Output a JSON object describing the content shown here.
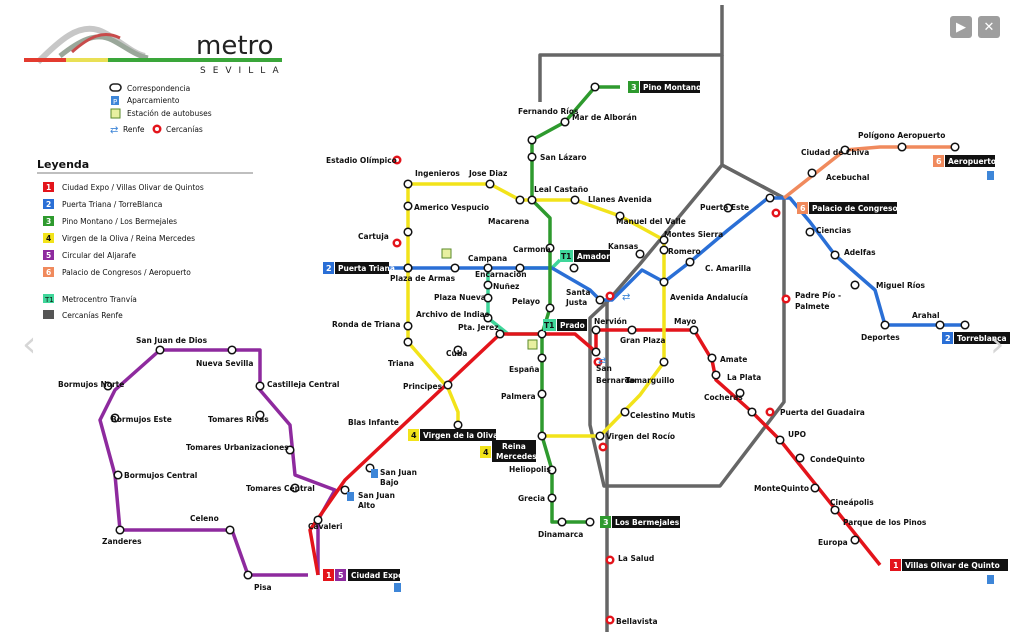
{
  "logo": {
    "brand": "metro",
    "city": "SEVILLA"
  },
  "controls": {
    "play_icon": "play-icon",
    "close_icon": "close-icon",
    "prev_icon": "chevron-left-icon",
    "next_icon": "chevron-right-icon"
  },
  "key": {
    "correspondencia": "Correspondencia",
    "aparcamiento": "Aparcamiento",
    "autobuses": "Estación de autobuses",
    "renfe": "Renfe",
    "cercanias": "Cercanías"
  },
  "legend": {
    "title": "Leyenda",
    "lines": [
      {
        "num": "1",
        "color": "#e3141b",
        "text": "Ciudad Expo  /  Villas Olivar de Quintos"
      },
      {
        "num": "2",
        "color": "#2a6fd6",
        "text": "Puerta Triana  /  TorreBlanca"
      },
      {
        "num": "3",
        "color": "#2e9a2e",
        "text": "Pino Montano  /  Los Bermejales"
      },
      {
        "num": "4",
        "color": "#f2e31a",
        "text": "Virgen de la Oliva  /  Reina Mercedes"
      },
      {
        "num": "5",
        "color": "#8e2a9e",
        "text": "Circular del Aljarafe"
      },
      {
        "num": "6",
        "color": "#f08a5d",
        "text": "Palacio de Congresos  /  Aeropuerto"
      }
    ],
    "tram": {
      "num": "T1",
      "color": "#3fd69a",
      "text": "Metrocentro Tranvía"
    },
    "renfe": {
      "color": "#555555",
      "text": "Cercanías Renfe"
    }
  },
  "terminals": {
    "puerta_triana": {
      "num": "2",
      "name": "Puerta Triana"
    },
    "torreblanca": {
      "num": "2",
      "name": "Torreblanca"
    },
    "pino_montano": {
      "num": "3",
      "name": "Pino Montano"
    },
    "bermejales": {
      "num": "3",
      "name": "Los Bermejales"
    },
    "oliva": {
      "num": "4",
      "name": "Virgen de la Oliva"
    },
    "reina": {
      "num": "4",
      "name1": "Reina",
      "name2": "Mercedes"
    },
    "ciudad_expo": {
      "num1": "1",
      "num2": "5",
      "name": "Ciudad Expo"
    },
    "villas": {
      "num": "1",
      "name": "Villas Olivar de Quinto"
    },
    "aeropuerto": {
      "num": "6",
      "name": "Aeropuerto"
    },
    "congresos": {
      "num": "6",
      "name": "Palacio de Congresos"
    },
    "amador": {
      "num": "T1",
      "name": "Amador"
    },
    "prado": {
      "num": "T1",
      "name": "Prado"
    }
  },
  "stations": {
    "estadio": "Estadio Olímpico",
    "cartuja": "Cartuja",
    "ingenieros": "Ingenieros",
    "jose_diaz": "Jose Diaz",
    "americo": "Americo Vespucio",
    "leal": "Leal Castaño",
    "llanes": "Llanes Avenida",
    "macarena": "Macarena",
    "manuel": "Manuel del Valle",
    "fernando": "Fernando Ríos",
    "mar": "Mar de Alborán",
    "lazaro": "San Lázaro",
    "carmona": "Carmona",
    "kansas": "Kansas",
    "montes": "Montes Sierra",
    "romero": "Romero",
    "c_amarilla": "C. Amarilla",
    "puerta_este": "Puerta Este",
    "acebuchal": "Acebuchal",
    "ciudad_chiva": "Ciudad de Chiva",
    "poligono": "Polígono Aeropuerto",
    "ciencias": "Ciencias",
    "adelfas": "Adelfas",
    "miguel": "Miguel Ríos",
    "arahal": "Arahal",
    "deportes": "Deportes",
    "padre1": "Padre Pío -",
    "padre2": "Palmete",
    "campana": "Campana",
    "encarnacion": "Encarnación",
    "plaza_armas": "Plaza de Armas",
    "nunez": "Nuñez",
    "plaza_nueva": "Plaza Nueva",
    "archivo": "Archivo de Indias",
    "pta_jerez": "Pta. Jerez",
    "pelayo": "Pelayo",
    "santa1": "Santa",
    "santa2": "Justa",
    "avenida_andalucia": "Avenida Andalucía",
    "ronda": "Ronda de Triana",
    "triana": "Triana",
    "cuba": "Cuba",
    "principes": "Principes",
    "nervion": "Nervión",
    "gran_plaza": "Gran Plaza",
    "mayo": "Mayo",
    "amate": "Amate",
    "la_plata": "La Plata",
    "tamarguillo": "Tamarguillo",
    "cocheras": "Cocheras",
    "san_bernardo1": "San",
    "san_bernardo2": "Bernardo",
    "espana": "España",
    "palmera": "Palmera",
    "heliopolis": "Heliopolis",
    "grecia": "Grecia",
    "dinamarca": "Dinamarca",
    "celestino": "Celestino Mutis",
    "virgen_rocio": "Virgen del Rocío",
    "guadaira": "Puerta del Guadaira",
    "upo": "UPO",
    "condequinto": "CondeQuinto",
    "montequinto": "MonteQuinto",
    "cineapolis": "Cineápolis",
    "parque": "Parque de los Pinos",
    "europa": "Europa",
    "la_salud": "La Salud",
    "bellavista": "Bellavista",
    "blas": "Blas Infante",
    "juan_bajo1": "San Juan",
    "juan_bajo2": "Bajo",
    "juan_alto1": "San Juan",
    "juan_alto2": "Alto",
    "cavaleri": "Cavaleri",
    "pisa": "Pisa",
    "san_juan_dios": "San Juan de Dios",
    "nueva_sevilla": "Nueva Sevilla",
    "castilleja": "Castilleja Central",
    "tomares_rivas": "Tomares Rivas",
    "tomares_urb": "Tomares Urbanizaciones",
    "tomares_central": "Tomares Central",
    "bormujos_norte": "Bormujos Norte",
    "bormujos_este": "Bormujos Este",
    "bormujos_central": "Bormujos Central",
    "celeno": "Celeno",
    "zanderes": "Zanderes"
  }
}
